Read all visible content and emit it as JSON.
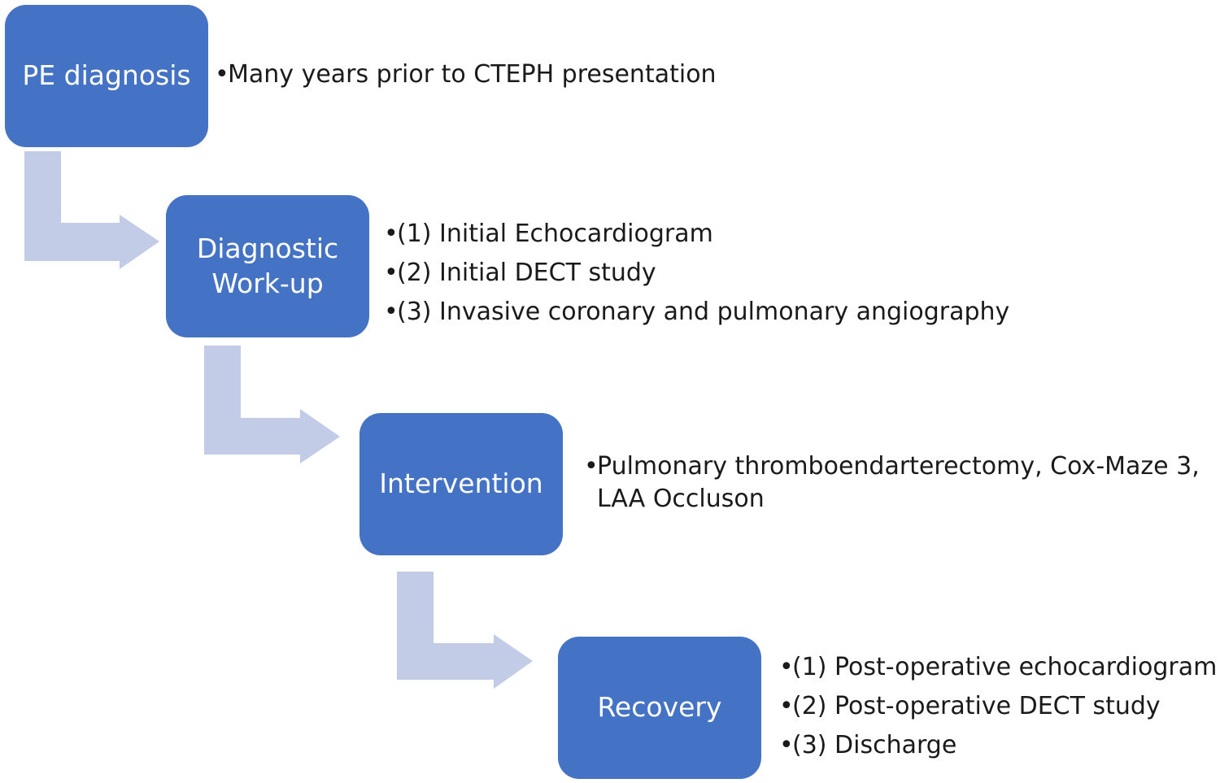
{
  "steps": [
    {
      "label": "PE diagnosis",
      "notes": [
        "Many years prior to CTEPH presentation"
      ]
    },
    {
      "label": "Diagnostic\nWork-up",
      "notes": [
        "(1) Initial Echocardiogram",
        "(2) Initial DECT study",
        "(3) Invasive coronary and pulmonary angiography"
      ]
    },
    {
      "label": "Intervention",
      "notes": [
        "Pulmonary thromboendarterectomy, Cox-Maze 3, LAA Occluson"
      ]
    },
    {
      "label": "Recovery",
      "notes": [
        "(1) Post-operative echocardiogram",
        "(2) Post-operative DECT study",
        "(3) Discharge"
      ]
    }
  ],
  "colors": {
    "box_fill": "#4472c4",
    "box_text": "#ffffff",
    "arrow_fill": "#c2cce6",
    "note_text": "#1a1a1a"
  }
}
